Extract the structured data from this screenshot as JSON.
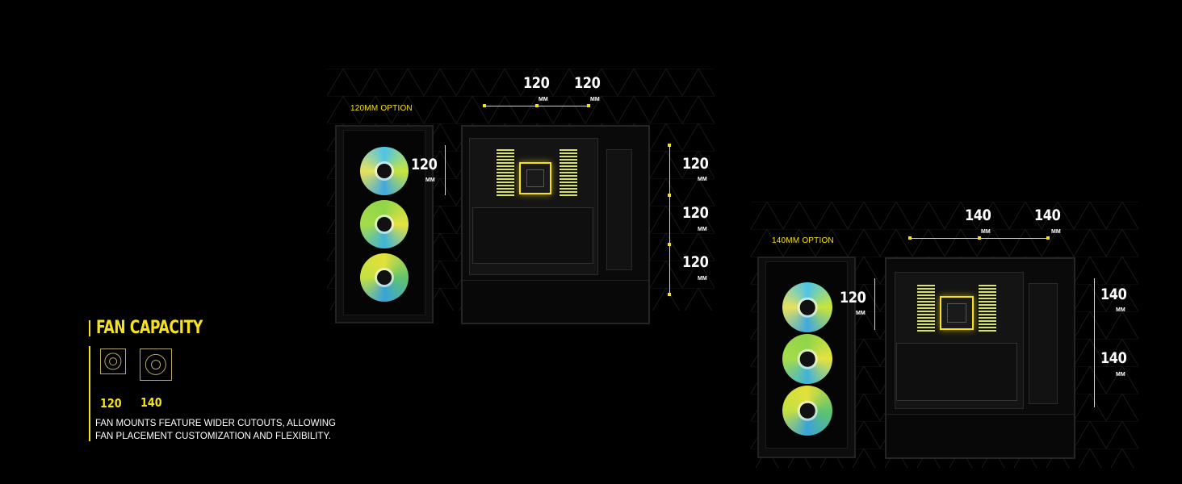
{
  "section": {
    "title": "FAN CAPACITY",
    "sizes": [
      "120",
      "140"
    ],
    "description_line1": "FAN MOUNTS FEATURE WIDER CUTOUTS, ALLOWING",
    "description_line2": "FAN PLACEMENT CUSTOMIZATION AND FLEXIBILITY."
  },
  "option_120": {
    "label": "120MM OPTION",
    "top_dims": [
      "120",
      "120"
    ],
    "front_dim": "120",
    "side_dims": [
      "120",
      "120",
      "120"
    ],
    "unit": "MM"
  },
  "option_140": {
    "label": "140MM OPTION",
    "top_dims": [
      "140",
      "140"
    ],
    "front_dim": "120",
    "side_dims": [
      "140",
      "140"
    ],
    "unit": "MM"
  },
  "colors": {
    "accent": "#f5e21b",
    "background": "#000000"
  }
}
